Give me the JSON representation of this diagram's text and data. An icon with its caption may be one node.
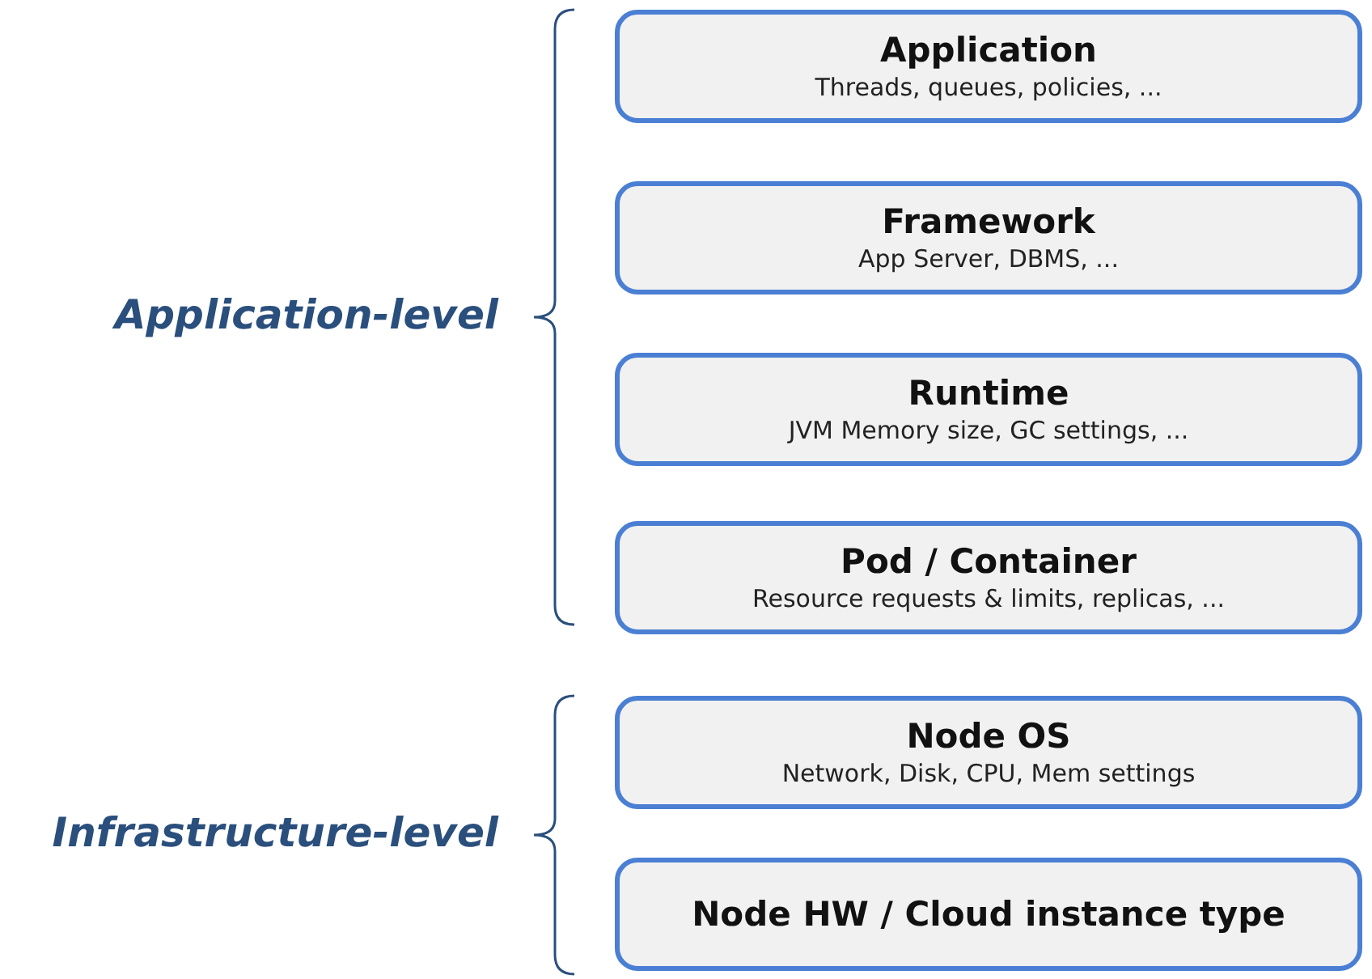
{
  "diagram": {
    "nodes": [
      {
        "text": [
          "Application",
          "Threads, queues, policies, ..."
        ]
      },
      {
        "text": [
          "Framework",
          "App Server, DBMS, ..."
        ]
      },
      {
        "text": [
          "Runtime",
          "JVM Memory size, GC settings, ..."
        ]
      },
      {
        "text": [
          "Pod / Container",
          "Resource requests & limits, replicas, ..."
        ]
      },
      {
        "text": [
          "Node OS",
          "Network, Disk, CPU, Mem settings"
        ]
      },
      {
        "text": [
          "Node HW / Cloud instance type"
        ]
      }
    ],
    "edges": [],
    "labels": [
      "Application-level",
      "Infrastructure-level"
    ]
  }
}
